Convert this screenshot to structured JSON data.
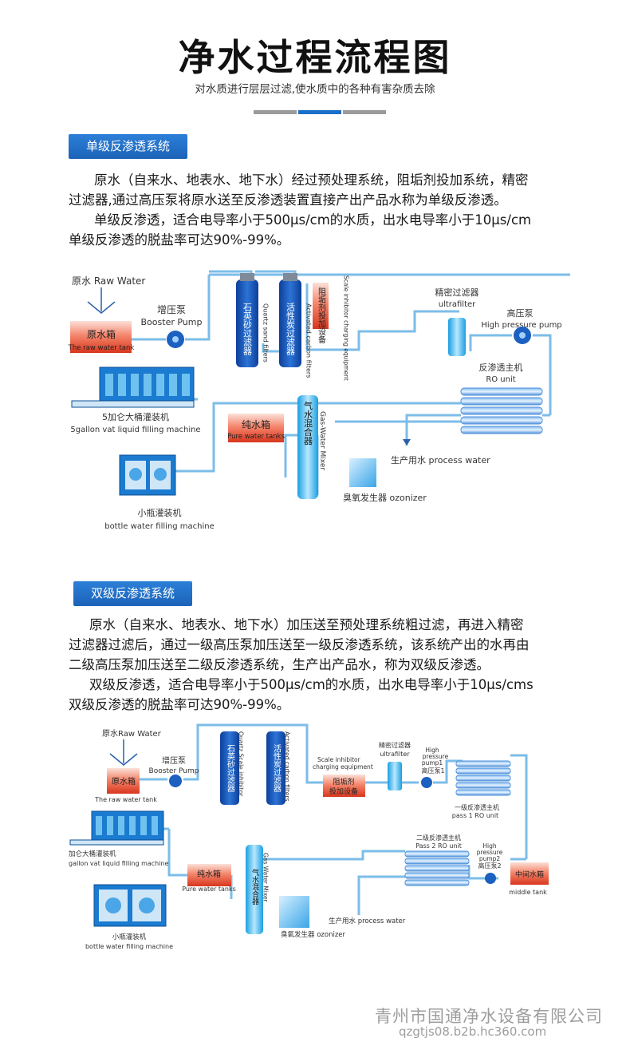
{
  "header": {
    "title": "净水过程流程图",
    "subtitle": "对水质进行层层过滤,使水质中的各种有害杂质去除"
  },
  "single": {
    "label": "单级反渗透系统",
    "paragraphs": [
      "原水（自来水、地表水、地下水）经过预处理系统，阻垢剂投加系统，精密",
      "过滤器,通过高压泵将原水送至反渗透装置直接产出产品水称为单级反渗透。",
      "单级反渗透，适合电导率小于500μs/cm的水质，出水电导率小于10μs/cm",
      "单级反渗透的脱盐率可达90%-99%。"
    ],
    "diagram": {
      "raw_water": "原水 Raw Water",
      "booster_cn": "增压泵",
      "booster_en": "Booster Pump",
      "tank_cn": "原水箱",
      "tank_en": "The raw water tank",
      "quartz_cn": "石英砂过滤器",
      "quartz_en": "Quartz sand filters",
      "carbon_cn": "活性炭过滤器",
      "carbon_en": "Activated carbon filters",
      "inhibitor_cn": "阻垢剂投加设备",
      "inhibitor_en": "Scale inhibitor charging equipment",
      "precision_cn": "精密过滤器",
      "precision_en": "ultrafilter",
      "hp_cn": "高压泵",
      "hp_en": "High pressure pump",
      "ro_cn": "反渗透主机",
      "ro_en": "RO unit",
      "big_filler_cn": "5加仑大桶灌装机",
      "big_filler_en": "5gallon vat liquid filling machine",
      "pure_cn": "纯水箱",
      "pure_en": "Pure water tanks",
      "mixer_cn": "气水混合器",
      "mixer_en": "Gas-Water Mixer",
      "process_water": "生产用水 process water",
      "ozonizer": "臭氧发生器 ozonizer",
      "small_filler_cn": "小瓶灌装机",
      "small_filler_en": "bottle water filling machine"
    }
  },
  "double": {
    "label": "双级反渗透系统",
    "paragraphs": [
      "原水（自来水、地表水、地下水）加压送至预处理系统粗过滤，再进入精密",
      "过滤器过滤后，通过一级高压泵加压送至一级反渗透系统，该系统产出的水再由",
      "二级高压泵加压送至二级反渗透系统，生产出产品水，称为双级反渗透。",
      "双级反渗透，适合电导率小于500μs/cm的水质，出水电导率小于10μs/cms",
      "双级反渗透的脱盐率可达90%-99%。"
    ],
    "diagram": {
      "raw_water": "原水Raw Water",
      "booster_cn": "增压泵",
      "booster_en": "Booster Pump",
      "tank_cn": "原水箱",
      "tank_en": "The raw water tank",
      "quartz_cn": "石英砂过滤器",
      "quartz_en": "Quartz Scale inhibitor",
      "carbon_cn": "活性炭过滤器",
      "carbon_en": "Activated carbon filters",
      "inhibitor_en1": "Scale inhibitor",
      "inhibitor_en2": "charging equipment",
      "inhibitor_cn1": "阻垢剂",
      "inhibitor_cn2": "投加设备",
      "precision_cn": "精密过滤器",
      "precision_en": "ultrafilter",
      "hp1_en1": "High",
      "hp1_en2": "pressure",
      "hp1_en3": "pump1",
      "hp1_cn": "高压泵1",
      "ro1_cn": "一级反渗透主机",
      "ro1_en": "pass 1 RO unit",
      "ro2_cn": "二级反渗透主机",
      "ro2_en": "Pass 2 RO unit",
      "hp2_en1": "High",
      "hp2_en2": "pressure",
      "hp2_en3": "pump2",
      "hp2_cn": "高压泵2",
      "middle_cn": "中间水箱",
      "middle_en": "middle tank",
      "big_filler_cn": "加仑大桶灌装机",
      "big_filler_en": "gallon vat liquid filling machine",
      "pure_cn": "纯水箱",
      "pure_en": "Pure water tanks",
      "mixer_cn": "气水混合器",
      "mixer_en": "Gas Water Mixer",
      "process_water": "生产用水 process water",
      "ozonizer": "臭氧发生器 ozonizer",
      "small_filler_cn": "小瓶灌装机",
      "small_filler_en": "bottle water filling machine"
    }
  },
  "watermark": {
    "company": "青州市国通净水设备有限公司",
    "url": "qzgtjs08.b2b.hc360.com"
  }
}
